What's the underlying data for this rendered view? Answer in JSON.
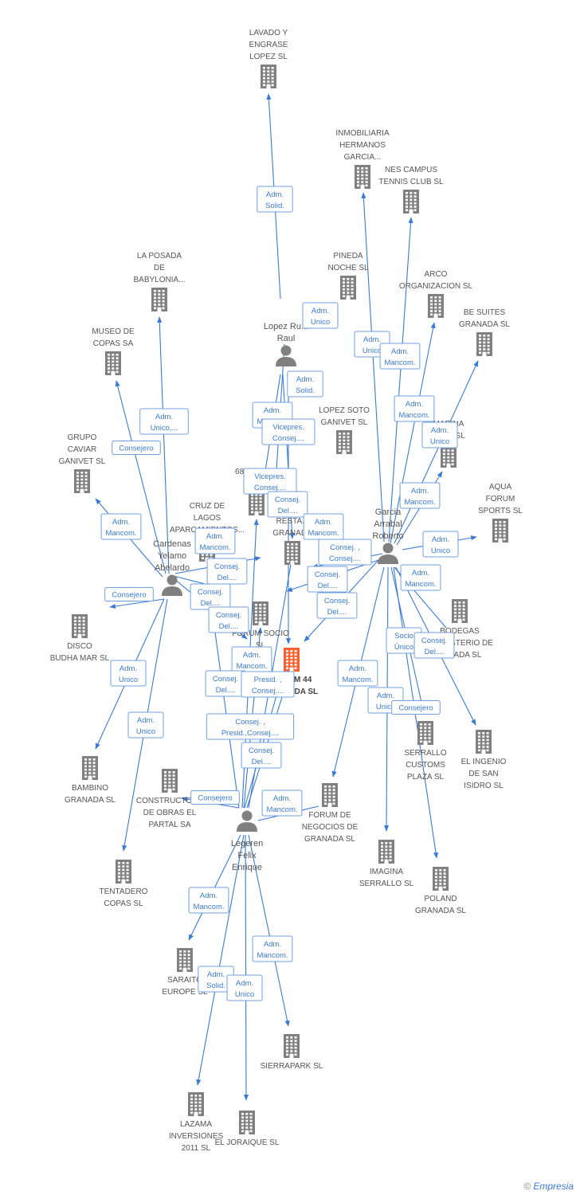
{
  "colors": {
    "edge": "#3a7bd5",
    "building": "#808080",
    "focus": "#ff5f2e",
    "person": "#808080",
    "box_border": "#6fa0e0"
  },
  "footer": {
    "copyright": "©",
    "brand": "Empresia"
  },
  "companies": [
    {
      "id": "lavado",
      "lines": [
        "LAVADO Y",
        "ENGRASE",
        "LOPEZ SL"
      ]
    },
    {
      "id": "inmobiliaria",
      "lines": [
        "INMOBILIARIA",
        "HERMANOS",
        "GARCIA..."
      ]
    },
    {
      "id": "nes",
      "lines": [
        "NES CAMPUS",
        "TENNIS CLUB SL"
      ]
    },
    {
      "id": "posada",
      "lines": [
        "LA POSADA",
        "DE",
        "BABYLONIA..."
      ]
    },
    {
      "id": "pineda",
      "lines": [
        "PINEDA",
        "NOCHE SL"
      ]
    },
    {
      "id": "arco",
      "lines": [
        "ARCO",
        "ORGANIZACION SL"
      ]
    },
    {
      "id": "besuites",
      "lines": [
        "BE SUITES",
        "GRANADA SL"
      ]
    },
    {
      "id": "museo",
      "lines": [
        "MUSEO DE",
        "COPAS SA"
      ]
    },
    {
      "id": "lopezsoto",
      "lines": [
        "LOPEZ SOTO",
        "GANIVET SL"
      ]
    },
    {
      "id": "marina",
      "lines": [
        "MARINA",
        "PARK SL"
      ]
    },
    {
      "id": "grupo",
      "lines": [
        "GRUPO",
        "CAVIAR",
        "GANIVET  SL"
      ]
    },
    {
      "id": "upper",
      "lines": [
        "683 UPPER",
        "C..."
      ]
    },
    {
      "id": "aquaforum",
      "lines": [
        "AQUA",
        "FORUM",
        "SPORTS SL"
      ]
    },
    {
      "id": "cruz",
      "lines": [
        "CRUZ DE",
        "LAGOS",
        "APARCAMIENTOS..."
      ]
    },
    {
      "id": "restaurante",
      "lines": [
        "RESTA...",
        "GRANADA"
      ]
    },
    {
      "id": "forumsocio",
      "lines": [
        "FORUM SOCIO",
        "SL"
      ]
    },
    {
      "id": "focus",
      "lines": [
        "FORUM 44",
        "GRANADA SL"
      ],
      "focus": true
    },
    {
      "id": "bodegas",
      "lines": [
        "BODEGAS",
        "MONASTERIO DE",
        "NEVADA SL"
      ]
    },
    {
      "id": "disco",
      "lines": [
        "DISCO",
        "BUDHA MAR SL"
      ]
    },
    {
      "id": "serrallo",
      "lines": [
        "SERRALLO",
        "CUSTOMS",
        "PLAZA SL"
      ]
    },
    {
      "id": "ingenio",
      "lines": [
        "EL INGENIO",
        "DE SAN",
        "ISIDRO SL"
      ]
    },
    {
      "id": "bambino",
      "lines": [
        "BAMBINO",
        "GRANADA SL"
      ]
    },
    {
      "id": "constructora",
      "lines": [
        "CONSTRUCTORA",
        "DE OBRAS EL",
        "PARTAL SA"
      ]
    },
    {
      "id": "forumneg",
      "lines": [
        "FORUM DE",
        "NEGOCIOS DE",
        "GRANADA SL"
      ]
    },
    {
      "id": "imagina",
      "lines": [
        "IMAGINA",
        "SERRALLO SL"
      ]
    },
    {
      "id": "poland",
      "lines": [
        "POLAND",
        "GRANADA  SL"
      ]
    },
    {
      "id": "tentadero",
      "lines": [
        "TENTADERO",
        "COPAS SL"
      ]
    },
    {
      "id": "saraito",
      "lines": [
        "SARAITO",
        "EUROPE SL"
      ]
    },
    {
      "id": "sierrapark",
      "lines": [
        "SIERRAPARK SL"
      ]
    },
    {
      "id": "lazama",
      "lines": [
        "LAZAMA",
        "INVERSIONES",
        "2011 SL"
      ]
    },
    {
      "id": "joraique",
      "lines": [
        "EL JORAIQUE SL"
      ]
    }
  ],
  "people": [
    {
      "id": "lopez",
      "lines": [
        "Lopez Ru...",
        "Raul"
      ]
    },
    {
      "id": "garcia",
      "lines": [
        "Garcia",
        "Arrabal",
        "Roberto"
      ]
    },
    {
      "id": "cardenas",
      "lines": [
        "Cardenas",
        "Yelamo",
        "Abelardo"
      ]
    },
    {
      "id": "legeren",
      "lines": [
        "Legeren",
        "Felix",
        "Enrique"
      ]
    }
  ],
  "relations": [
    {
      "lines": [
        "Adm.",
        "Solid."
      ]
    },
    {
      "lines": [
        "Adm.",
        "Unico"
      ]
    },
    {
      "lines": [
        "Adm.",
        "Solid."
      ]
    },
    {
      "lines": [
        "Adm.",
        "Mancom."
      ]
    },
    {
      "lines": [
        "Vicepres.",
        "Consej...."
      ]
    },
    {
      "lines": [
        "Vicepres.",
        "Consej...."
      ]
    },
    {
      "lines": [
        "Consej.",
        "Del...."
      ]
    },
    {
      "lines": [
        "Adm.",
        "Unico"
      ]
    },
    {
      "lines": [
        "Adm.",
        "Mancom."
      ]
    },
    {
      "lines": [
        "Adm.",
        "Mancom."
      ]
    },
    {
      "lines": [
        "Adm.",
        "Unico"
      ]
    },
    {
      "lines": [
        "Adm.",
        "Mancom."
      ]
    },
    {
      "lines": [
        "Adm.",
        "Unico"
      ]
    },
    {
      "lines": [
        "Adm.",
        "Mancom."
      ]
    },
    {
      "lines": [
        "Consej. ,",
        "Consej...."
      ]
    },
    {
      "lines": [
        "Consej.",
        "Del...."
      ]
    },
    {
      "lines": [
        "Consej.",
        "Del...."
      ]
    },
    {
      "lines": [
        "Adm.",
        "Mancom."
      ]
    },
    {
      "lines": [
        "Socio",
        "Único"
      ]
    },
    {
      "lines": [
        "Consej.",
        "Del...."
      ]
    },
    {
      "lines": [
        "Adm.",
        "Mancom."
      ]
    },
    {
      "lines": [
        "Adm.",
        "Unico"
      ]
    },
    {
      "lines": [
        "Consejero"
      ]
    },
    {
      "lines": [
        "Adm.",
        "Unico,..."
      ]
    },
    {
      "lines": [
        "Consejero"
      ]
    },
    {
      "lines": [
        "Adm.",
        "Mancom."
      ]
    },
    {
      "lines": [
        "Adm.",
        "Mancom."
      ]
    },
    {
      "lines": [
        "Consej.",
        "Del...."
      ]
    },
    {
      "lines": [
        "Consejero"
      ]
    },
    {
      "lines": [
        "Consej.",
        "Del...."
      ]
    },
    {
      "lines": [
        "Consej.",
        "Del...."
      ]
    },
    {
      "lines": [
        "Adm.",
        "Unico"
      ]
    },
    {
      "lines": [
        "Adm.",
        "Unico"
      ]
    },
    {
      "lines": [
        "Adm.",
        "Mancom."
      ]
    },
    {
      "lines": [
        "Consej.",
        "Del...."
      ]
    },
    {
      "lines": [
        "Presid. ,",
        "Consej...."
      ]
    },
    {
      "lines": [
        "Consej. ,",
        "Presid.,Consej...."
      ]
    },
    {
      "lines": [
        "Consej.",
        "Del...."
      ]
    },
    {
      "lines": [
        "Consejero"
      ]
    },
    {
      "lines": [
        "Adm.",
        "Mancom."
      ]
    },
    {
      "lines": [
        "Adm.",
        "Mancom."
      ]
    },
    {
      "lines": [
        "Adm.",
        "Mancom."
      ]
    },
    {
      "lines": [
        "Adm.",
        "Solid."
      ]
    },
    {
      "lines": [
        "Adm.",
        "Unico"
      ]
    }
  ]
}
